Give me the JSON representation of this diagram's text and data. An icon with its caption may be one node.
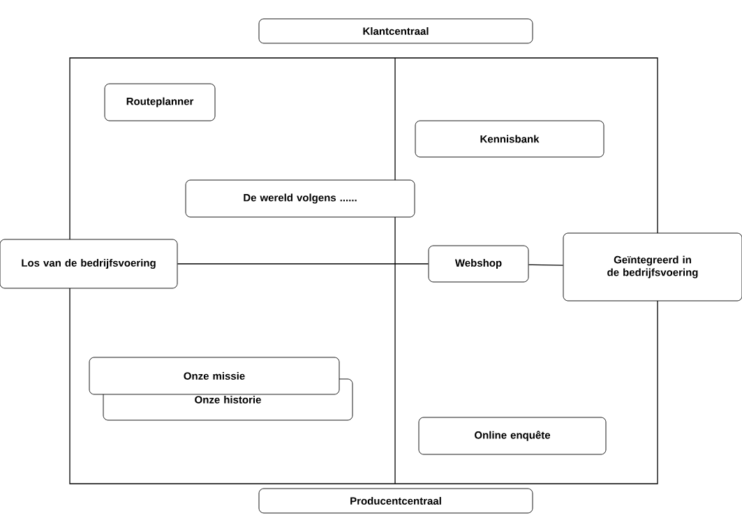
{
  "diagram": {
    "nodes": [
      {
        "text": [
          "Klantcentraal"
        ]
      },
      {
        "text": [
          "Routeplanner"
        ]
      },
      {
        "text": [
          "Kennisbank"
        ]
      },
      {
        "text": [
          "De wereld volgens ......"
        ]
      },
      {
        "text": [
          "Los van de bedrijfsvoering"
        ]
      },
      {
        "text": [
          "Webshop"
        ]
      },
      {
        "text": [
          "Geïntegreerd in de bedrijfsvoering"
        ]
      },
      {
        "text": [
          "Onze missie"
        ]
      },
      {
        "text": [
          "Onze historie"
        ]
      },
      {
        "text": [
          "Online enquête"
        ]
      },
      {
        "text": [
          "Producentcentraal"
        ]
      }
    ],
    "edges": [
      {
        "from": 4,
        "to": 5,
        "arrow": "none"
      },
      {
        "from": 5,
        "to": 6,
        "arrow": "none"
      }
    ]
  }
}
